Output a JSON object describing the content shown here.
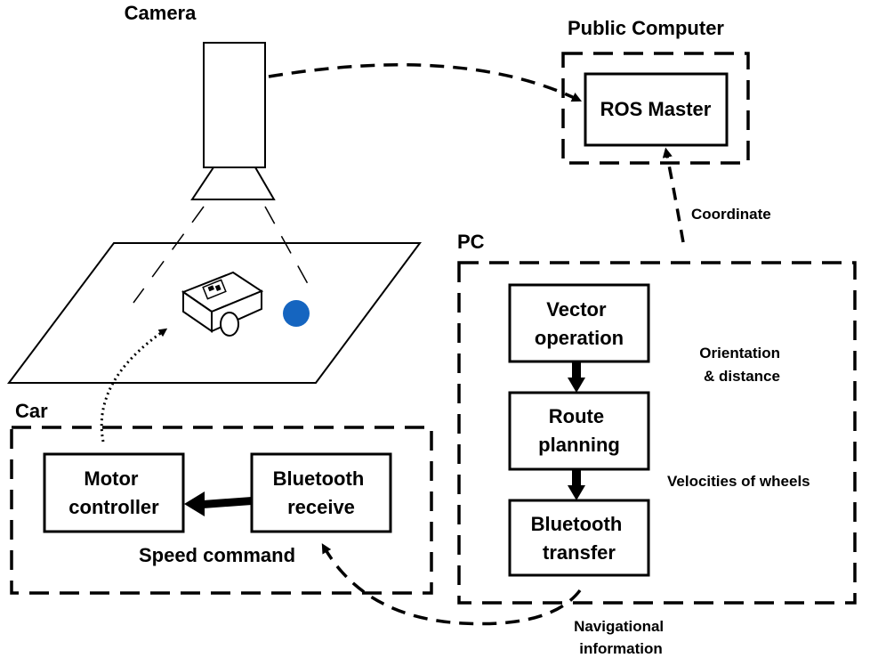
{
  "labels": {
    "camera": "Camera",
    "public_computer": "Public Computer",
    "ros_master": "ROS Master",
    "coordinate": "Coordinate",
    "pc": "PC",
    "car": "Car",
    "vector_operation": [
      "Vector",
      "operation"
    ],
    "route_planning": [
      "Route",
      "planning"
    ],
    "bluetooth_transfer": [
      "Bluetooth",
      "transfer"
    ],
    "orientation_distance": [
      "Orientation",
      "& distance"
    ],
    "velocities_of_wheels": "Velocities of wheels",
    "motor_controller": [
      "Motor",
      "controller"
    ],
    "bluetooth_receive": [
      "Bluetooth",
      "receive"
    ],
    "speed_command": "Speed command",
    "navigational_information": [
      "Navigational",
      "information"
    ]
  },
  "colors": {
    "ball": "#1565c0",
    "line": "#000000",
    "background": "#ffffff"
  }
}
